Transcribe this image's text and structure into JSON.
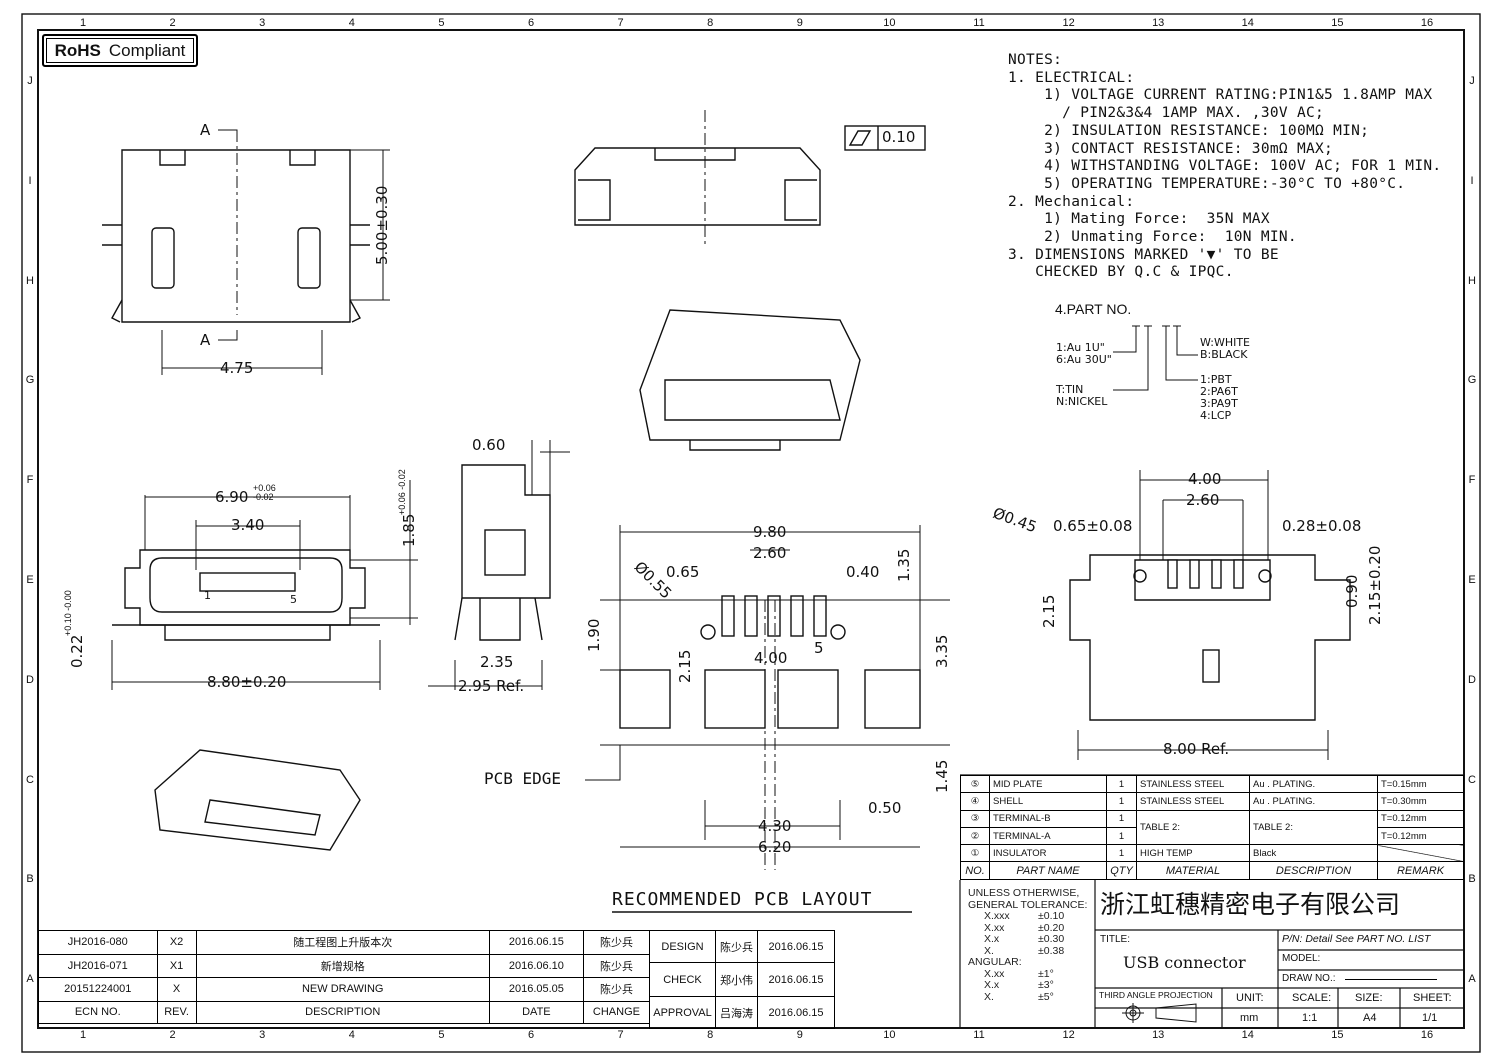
{
  "rohs": {
    "bold": "RoHS",
    "label": "Compliant"
  },
  "grid": {
    "cols": [
      "1",
      "2",
      "3",
      "4",
      "5",
      "6",
      "7",
      "8",
      "9",
      "10",
      "11",
      "12",
      "13",
      "14",
      "15",
      "16"
    ],
    "rows": [
      "J",
      "I",
      "H",
      "G",
      "F",
      "E",
      "D",
      "C",
      "B",
      "A"
    ]
  },
  "notes": [
    "NOTES:",
    "1. ELECTRICAL:",
    "    1) VOLTAGE CURRENT RATING:PIN1&5 1.8AMP MAX",
    "      / PIN2&3&4 1AMP MAX. ,30V AC;",
    "    2) INSULATION RESISTANCE: 100MΩ MIN;",
    "    3) CONTACT RESISTANCE: 30mΩ MAX;",
    "    4) WITHSTANDING VOLTAGE: 100V AC; FOR 1 MIN.",
    "    5) OPERATING TEMPERATURE:-30°C TO +80°C.",
    "2. Mechanical:",
    "    1) Mating Force:  35N MAX",
    "    2) Unmating Force:  10N MIN.",
    "3. DIMENSIONS MARKED '▼' TO BE",
    "   CHECKED BY Q.C & IPQC."
  ],
  "part_no": {
    "title": "4.PART NO.",
    "plating": [
      "1:Au 1U\"",
      "6:Au 30U\""
    ],
    "finish": [
      "T:TIN",
      "N:NICKEL"
    ],
    "color": [
      "W:WHITE",
      "B:BLACK"
    ],
    "material": [
      "1:PBT",
      "2:PA6T",
      "3:PA9T",
      "4:LCP"
    ]
  },
  "dims": {
    "section_a_top": "A",
    "section_a_bottom": "A",
    "h500": "5.00±0.30",
    "w475": "4.75",
    "flatness": "0.10",
    "d060": "0.60",
    "w690": "6.90",
    "w690_tol": "+0.06\n-0.02",
    "w340": "3.40",
    "h185": "1.85",
    "h185_tol": "+0.06 -0.02",
    "h022": "0.22",
    "h022_tol": "+0.10 -0.00",
    "w880": "8.80±0.20",
    "w235": "2.35",
    "w295": "2.95 Ref.",
    "pin1": "1",
    "pin5": "5",
    "pcb": {
      "w980": "9.80",
      "w260": "2.60",
      "w065": "0.65",
      "w040": "0.40",
      "h135": "1.35",
      "dia055": "Ø0.55",
      "w400": "4.00",
      "pin5": "5",
      "h190": "1.90",
      "h215": "2.15",
      "h335": "3.35",
      "h145": "1.45",
      "w050": "0.50",
      "w430": "4.30",
      "w620": "6.20",
      "edge": "PCB EDGE",
      "title": "RECOMMENDED PCB LAYOUT"
    },
    "right": {
      "w400": "4.00",
      "w260": "2.60",
      "dia045": "Ø0.45",
      "w065": "0.65±0.08",
      "w028": "0.28±0.08",
      "h215": "2.15",
      "h090": "0.90",
      "h215t": "2.15±0.20",
      "w800": "8.00 Ref."
    }
  },
  "bom": {
    "rows": [
      {
        "no": "⑤",
        "name": "MID PLATE",
        "qty": "1",
        "material": "STAINLESS STEEL",
        "desc": "Au . PLATING.",
        "remark": "T=0.15mm"
      },
      {
        "no": "④",
        "name": "SHELL",
        "qty": "1",
        "material": "STAINLESS STEEL",
        "desc": "Au . PLATING.",
        "remark": "T=0.30mm"
      },
      {
        "no": "③",
        "name": "TERMINAL-B",
        "qty": "1",
        "material": "TABLE 2:",
        "desc": "TABLE 2:",
        "remark": "T=0.12mm"
      },
      {
        "no": "②",
        "name": "TERMINAL-A",
        "qty": "1",
        "remark": "T=0.12mm"
      },
      {
        "no": "①",
        "name": "INSULATOR",
        "qty": "1",
        "material": "HIGH TEMP",
        "desc": "Black",
        "remark": ""
      }
    ],
    "headers": [
      "NO.",
      "PART NAME",
      "QTY",
      "MATERIAL",
      "DESCRIPTION",
      "REMARK"
    ]
  },
  "tolerance": {
    "title1": "UNLESS OTHERWISE,",
    "title2": "GENERAL TOLERANCE:",
    "linear": [
      [
        "X.xxx",
        "±0.10"
      ],
      [
        "X.xx",
        "±0.20"
      ],
      [
        "X.x",
        "±0.30"
      ],
      [
        "X.",
        "±0.38"
      ]
    ],
    "angular_label": "ANGULAR:",
    "angular": [
      [
        "X.xx",
        "±1°"
      ],
      [
        "X.x",
        "±3°"
      ],
      [
        "X.",
        "±5°"
      ]
    ]
  },
  "title_block": {
    "company": "浙江虹穗精密电子有限公司",
    "title_label": "TITLE:",
    "title": "USB connector",
    "pn": "P/N: Detail See PART NO. LIST",
    "model": "MODEL:",
    "draw_no": "DRAW NO.:",
    "projection": "THIRD ANGLE PROJECTION",
    "unit_label": "UNIT:",
    "unit": "mm",
    "scale_label": "SCALE:",
    "scale": "1:1",
    "size_label": "SIZE:",
    "size": "A4",
    "sheet_label": "SHEET:",
    "sheet": "1/1"
  },
  "revisions": {
    "rows": [
      {
        "ecn": "JH2016-080",
        "rev": "X2",
        "desc": "随工程图上升版本次",
        "date": "2016.06.15",
        "change": "陈少兵"
      },
      {
        "ecn": "JH2016-071",
        "rev": "X1",
        "desc": "新增规格",
        "date": "2016.06.10",
        "change": "陈少兵"
      },
      {
        "ecn": "20151224001",
        "rev": "X",
        "desc": "NEW DRAWING",
        "date": "2016.05.05",
        "change": "陈少兵"
      }
    ],
    "headers": [
      "ECN NO.",
      "REV.",
      "DESCRIPTION",
      "DATE",
      "CHANGE"
    ]
  },
  "approvals": [
    {
      "role": "DESIGN",
      "name": "陈少兵",
      "date": "2016.06.15"
    },
    {
      "role": "CHECK",
      "name": "郑小伟",
      "date": "2016.06.15"
    },
    {
      "role": "APPROVAL",
      "name": "吕海涛",
      "date": "2016.06.15"
    }
  ]
}
